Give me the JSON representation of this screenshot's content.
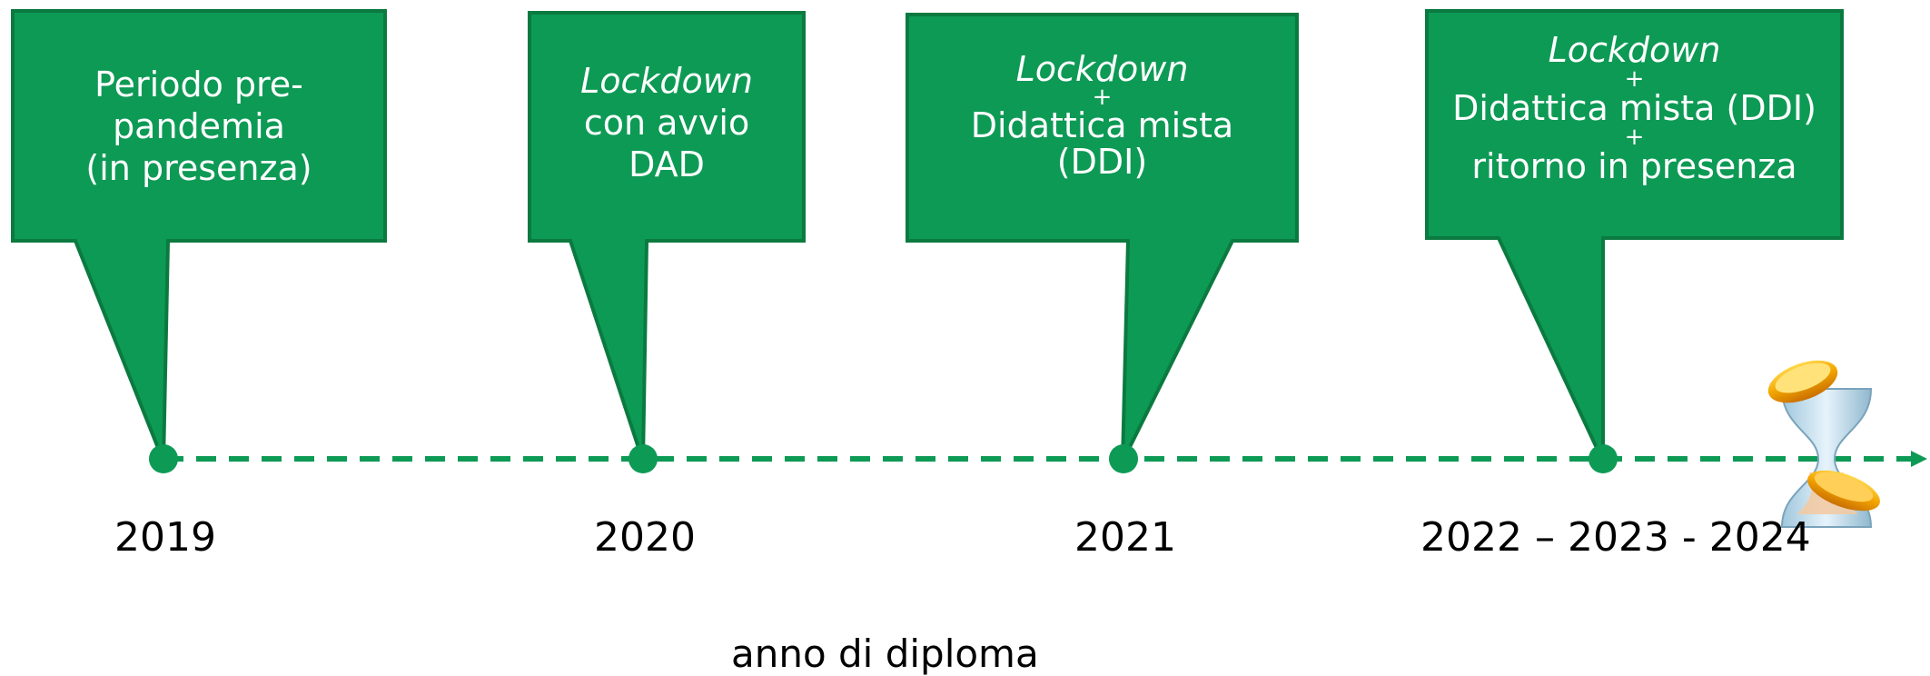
{
  "diagram": {
    "callouts": [
      {
        "lines": [
          {
            "text": "Periodo pre-",
            "italic": false
          },
          {
            "text": "pandemia",
            "italic": false
          },
          {
            "text": "(in presenza)",
            "italic": false
          }
        ]
      },
      {
        "lines": [
          {
            "text": "Lockdown",
            "italic": true
          },
          {
            "text": "con avvio",
            "italic": false
          },
          {
            "text": "DAD",
            "italic": false
          }
        ]
      },
      {
        "lines": [
          {
            "text": "Lockdown",
            "italic": true
          },
          {
            "text": "+",
            "italic": false,
            "plus": true
          },
          {
            "text": "Didattica mista",
            "italic": false
          },
          {
            "text": "(DDI)",
            "italic": false
          }
        ]
      },
      {
        "lines": [
          {
            "text": "Lockdown",
            "italic": true
          },
          {
            "text": "+",
            "italic": false,
            "plus": true
          },
          {
            "text": "Didattica mista (DDI)",
            "italic": false
          },
          {
            "text": "+",
            "italic": false,
            "plus": true
          },
          {
            "text": "ritorno in presenza",
            "italic": false
          }
        ]
      }
    ],
    "years": [
      "2019",
      "2020",
      "2021",
      "2022 – 2023 - 2024"
    ],
    "axis_title": "anno di diploma",
    "colors": {
      "callout_fill": "#0d9a55",
      "callout_border": "#0b7a40",
      "line": "#0d9a55",
      "dot": "#0d9a55",
      "hourglass_gold": "#f2a400"
    },
    "icons": {
      "end": "hourglass-icon"
    }
  }
}
